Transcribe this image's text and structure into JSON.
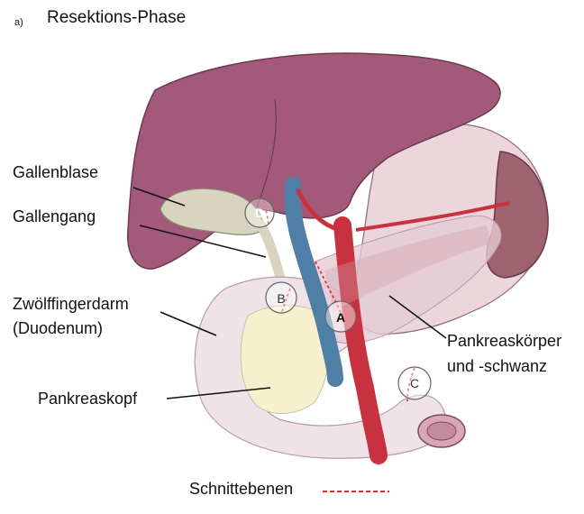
{
  "panel": {
    "letter": "a)",
    "title": "Resektions-Phase"
  },
  "labels": {
    "gallbladder": "Gallenblase",
    "bile_duct": "Gallengang",
    "duodenum_line1": "Zwölffingerdarm",
    "duodenum_line2": "(Duodenum)",
    "pancreas_head": "Pankreaskopf",
    "pancreas_body_line1": "Pankreaskörper",
    "pancreas_body_line2": "und -schwanz"
  },
  "cut_markers": {
    "a": "A",
    "b": "B",
    "c": "C",
    "d": "D"
  },
  "legend": {
    "label": "Schnittebenen",
    "dash_color": "#e03030"
  },
  "colors": {
    "liver": "#a35a7a",
    "gallbladder": "#d8d4bf",
    "stomach": "#ecd6dc",
    "spleen": "#9e6270",
    "duodenum": "#efe3e8",
    "pancreas": "#f7f0ce",
    "artery": "#c8323e",
    "vein": "#4f7fa6",
    "cut_line": "#e03030"
  }
}
